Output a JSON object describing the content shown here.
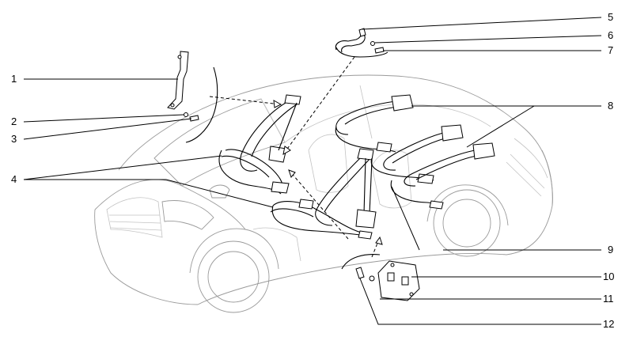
{
  "diagram": {
    "callouts": [
      {
        "id": "1",
        "label": "1"
      },
      {
        "id": "2",
        "label": "2"
      },
      {
        "id": "3",
        "label": "3"
      },
      {
        "id": "4",
        "label": "4"
      },
      {
        "id": "5",
        "label": "5"
      },
      {
        "id": "6",
        "label": "6"
      },
      {
        "id": "7",
        "label": "7"
      },
      {
        "id": "8",
        "label": "8"
      },
      {
        "id": "9",
        "label": "9"
      },
      {
        "id": "10",
        "label": "10"
      },
      {
        "id": "11",
        "label": "11"
      },
      {
        "id": "12",
        "label": "12"
      }
    ],
    "colors": {
      "ink": "#000000",
      "car_outline": "#9a9a9a",
      "background": "#ffffff"
    }
  }
}
